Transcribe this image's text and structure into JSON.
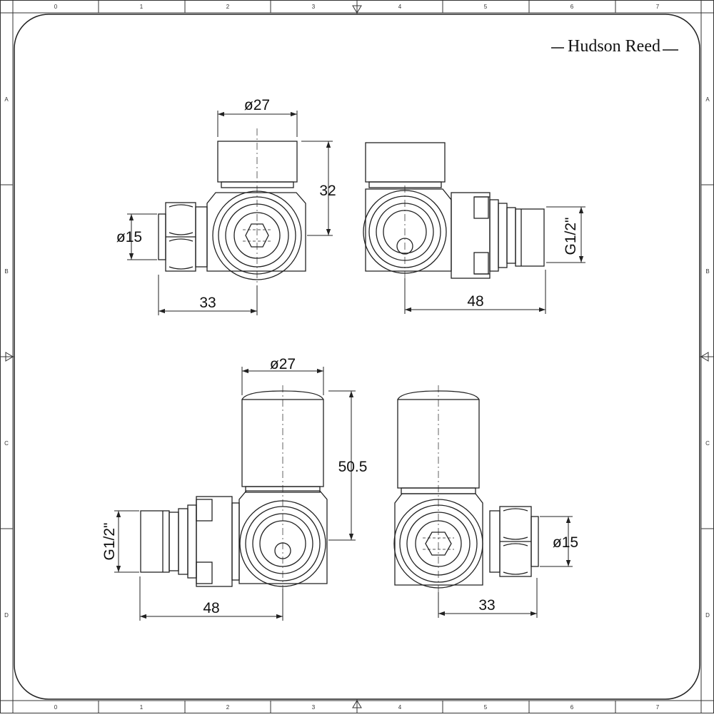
{
  "brand": {
    "name": "Hudson Reed"
  },
  "grid": {
    "columns": [
      "0",
      "1",
      "2",
      "3",
      "4",
      "5",
      "6",
      "7"
    ],
    "rows": [
      "A",
      "B",
      "C",
      "D"
    ]
  },
  "views": {
    "top_left": {
      "diameter_head": "ø27",
      "height": "32",
      "diameter_pipe": "ø15",
      "length": "33"
    },
    "top_right": {
      "thread": "G1/2\"",
      "length": "48"
    },
    "bottom_left": {
      "diameter_head": "ø27",
      "height": "50.5",
      "thread": "G1/2\"",
      "length": "48"
    },
    "bottom_right": {
      "diameter_pipe": "ø15",
      "length": "33"
    }
  }
}
